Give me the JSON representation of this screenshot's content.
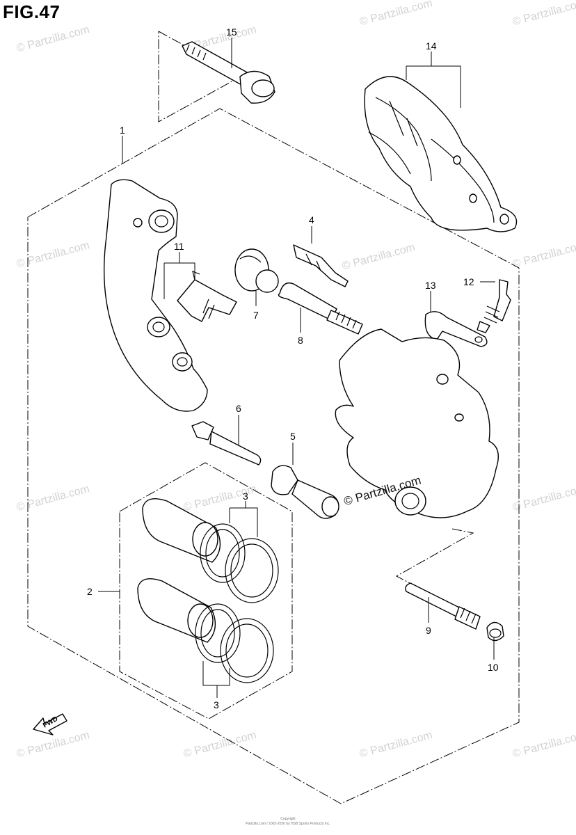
{
  "figure": {
    "title": "FIG.47"
  },
  "callouts": [
    {
      "id": "c1",
      "label": "1"
    },
    {
      "id": "c2",
      "label": "2"
    },
    {
      "id": "c3a",
      "label": "3"
    },
    {
      "id": "c3b",
      "label": "3"
    },
    {
      "id": "c4",
      "label": "4"
    },
    {
      "id": "c5",
      "label": "5"
    },
    {
      "id": "c6",
      "label": "6"
    },
    {
      "id": "c7",
      "label": "7"
    },
    {
      "id": "c8",
      "label": "8"
    },
    {
      "id": "c9",
      "label": "9"
    },
    {
      "id": "c10",
      "label": "10"
    },
    {
      "id": "c11",
      "label": "11"
    },
    {
      "id": "c12",
      "label": "12"
    },
    {
      "id": "c13",
      "label": "13"
    },
    {
      "id": "c14",
      "label": "14"
    },
    {
      "id": "c15",
      "label": "15"
    }
  ],
  "fwd_label": "FWD",
  "copyright_main": "© Partzilla.com",
  "watermark": "© Partzilla.com",
  "footer": {
    "line1": "Copyright",
    "line2": "Partzilla.com / 2002-2020 by HSB Sports Products Inc."
  }
}
